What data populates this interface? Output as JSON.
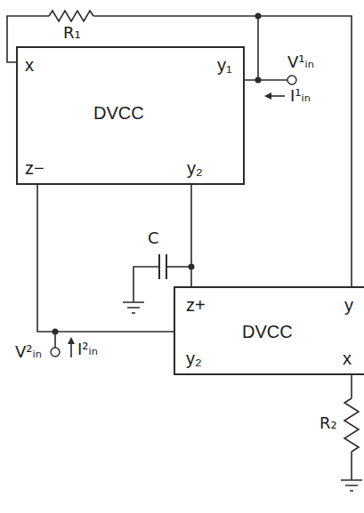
{
  "diagram": {
    "nodes": [
      {
        "text": [
          "x",
          "y₁",
          "DVCC",
          "z−",
          "y₂"
        ]
      },
      {
        "text": [
          "z+",
          "y",
          "DVCC",
          "y₂",
          "x"
        ]
      }
    ],
    "edges": [
      {
        "from": 0,
        "to": 1,
        "arrow": "none"
      },
      {
        "from": 0,
        "to": 1,
        "arrow": "none"
      },
      {
        "from": 0,
        "to": 1,
        "arrow": "none"
      }
    ],
    "labels": [
      "R₁",
      "V¹ᵢₙ",
      "I¹ᵢₙ",
      "C",
      "V²ᵢₙ",
      "I²ᵢₙ",
      "R₂"
    ]
  }
}
